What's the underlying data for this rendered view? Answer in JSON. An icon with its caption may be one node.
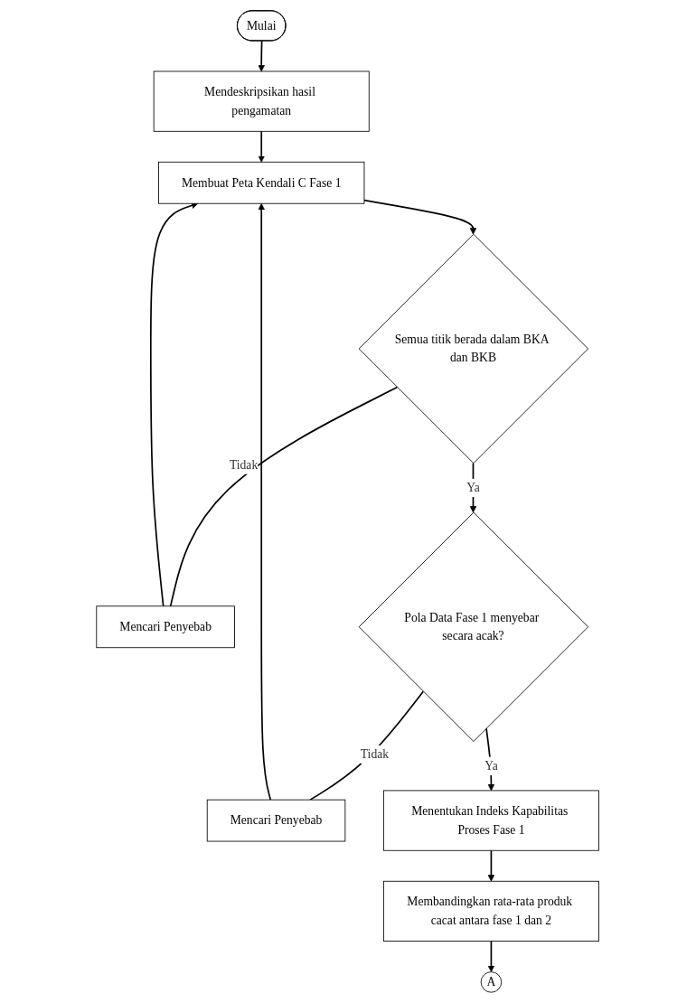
{
  "diagram": {
    "nodes": [
      {
        "text": [
          "Mulai"
        ]
      },
      {
        "text": [
          "Mendeskripsikan hasil pengamatan"
        ]
      },
      {
        "text": [
          "Membuat Peta Kendali C Fase 1"
        ]
      },
      {
        "text": [
          "Semua titik berada dalam BKA dan BKB"
        ]
      },
      {
        "text": [
          "Mencari Penyebab"
        ]
      },
      {
        "text": [
          "Mencari Penyebab"
        ]
      },
      {
        "text": [
          "Pola Data Fase 1 menyebar secara acak?"
        ]
      },
      {
        "text": [
          "Menentukan Indeks Kapabilitas Proses Fase 1"
        ]
      },
      {
        "text": [
          "Membandingkan rata-rata produk cacat antara fase 1 dan 2"
        ]
      },
      {
        "text": [
          "A"
        ]
      }
    ],
    "edges": [
      {
        "from": 0,
        "to": 1,
        "arrow": "to"
      },
      {
        "from": 1,
        "to": 2,
        "arrow": "to"
      },
      {
        "from": 2,
        "to": 3,
        "arrow": "to"
      },
      {
        "from": 3,
        "to": 4,
        "arrow": "none",
        "label": "Tidak"
      },
      {
        "from": 4,
        "to": 2,
        "arrow": "to"
      },
      {
        "from": 3,
        "to": 6,
        "arrow": "to",
        "label": "Ya"
      },
      {
        "from": 6,
        "to": 5,
        "arrow": "none",
        "label": "Tidak"
      },
      {
        "from": 5,
        "to": 2,
        "arrow": "to"
      },
      {
        "from": 6,
        "to": 7,
        "arrow": "to",
        "label": "Ya"
      },
      {
        "from": 7,
        "to": 8,
        "arrow": "to"
      },
      {
        "from": 8,
        "to": 9,
        "arrow": "to"
      }
    ]
  }
}
